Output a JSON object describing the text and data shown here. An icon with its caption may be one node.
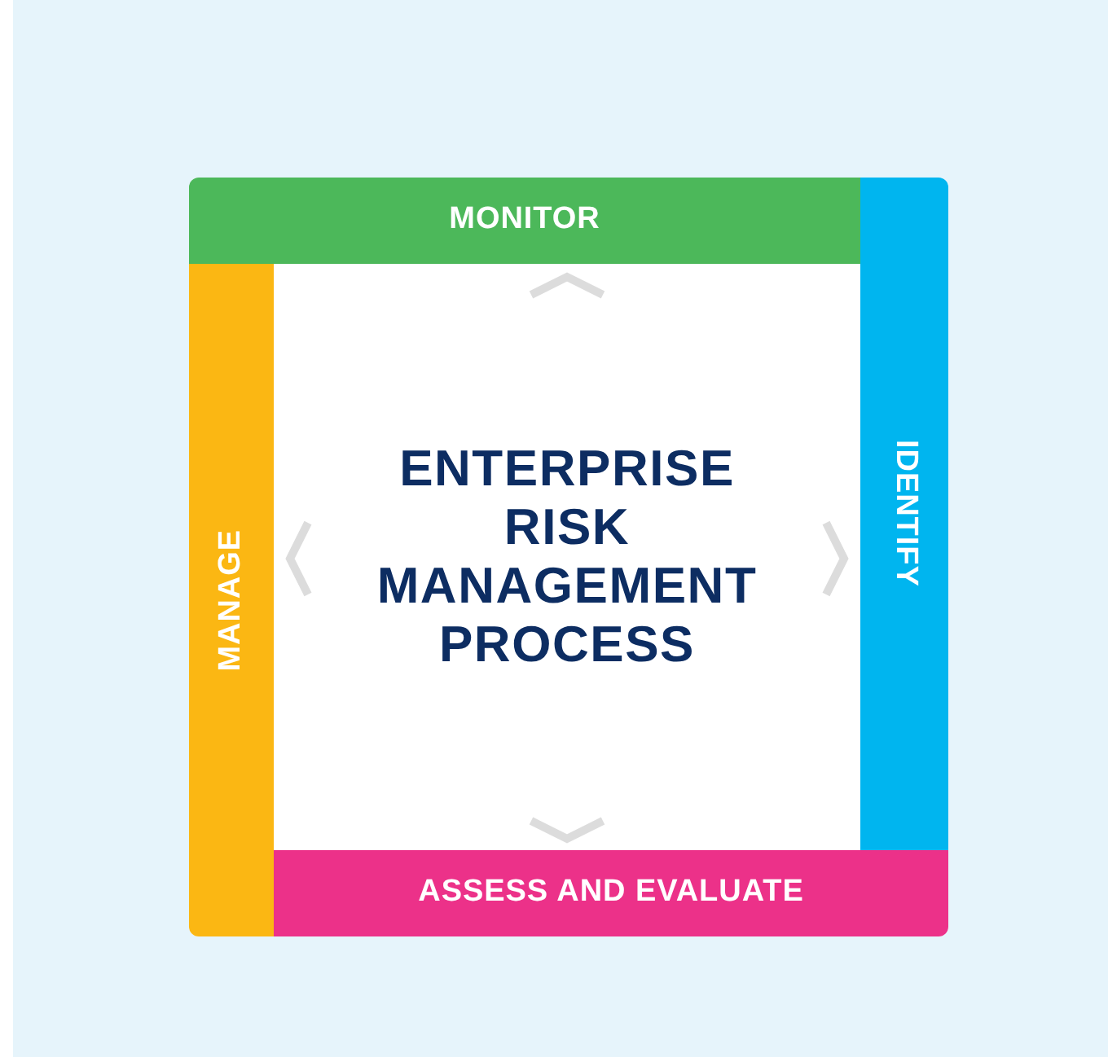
{
  "diagram": {
    "nodes": [
      {
        "text": [
          "MONITOR"
        ]
      },
      {
        "text": [
          "MANAGE"
        ]
      },
      {
        "text": [
          "ENTERPRISE RISK MANAGEMENT PROCESS"
        ]
      },
      {
        "text": [
          "IDENTIFY"
        ]
      },
      {
        "text": [
          "ASSESS AND EVALUATE"
        ]
      }
    ]
  }
}
